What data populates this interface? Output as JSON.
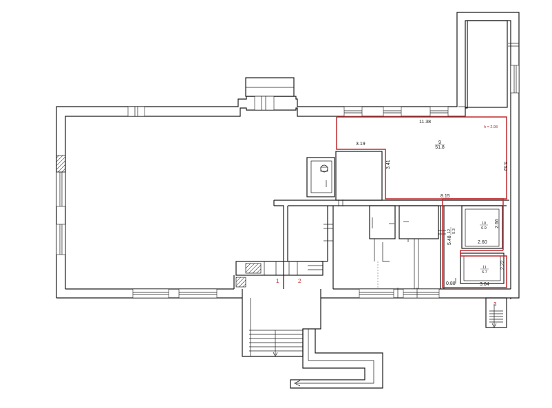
{
  "colors": {
    "wall": "#1a1a1a",
    "highlight": "#c0282d",
    "background": "#ffffff"
  },
  "rooms": [
    {
      "id": "room-9",
      "number": "9",
      "area": "51.8"
    },
    {
      "id": "room-12",
      "number": "12",
      "area": "5.3"
    },
    {
      "id": "room-10",
      "number": "10",
      "area": "6.9"
    },
    {
      "id": "room-11",
      "number": "11",
      "area": "6.7"
    }
  ],
  "dimensions": {
    "top": "11.38",
    "left_inset": "3.19",
    "right": "5.52",
    "step": "3.41",
    "mid": "8.15",
    "corridor": "5.48",
    "room10_right": "2.66",
    "room10_bottom": "2.60",
    "room11_right": "2.22",
    "room11_bottom": "3.04",
    "corner": "0.88"
  },
  "height_note": "h = 2.98",
  "entrances": [
    "1",
    "2",
    "3"
  ]
}
